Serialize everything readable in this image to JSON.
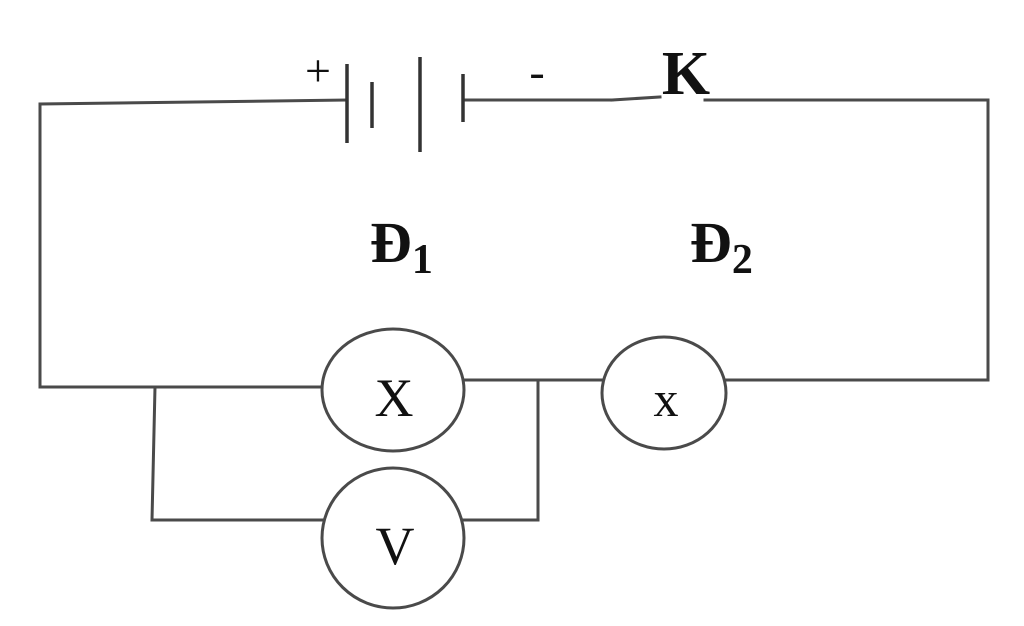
{
  "battery": {
    "positive_label": "+",
    "negative_label": "-"
  },
  "switch": {
    "label": "K"
  },
  "lamps": [
    {
      "label": "Đ",
      "subscript": "1",
      "symbol": "X"
    },
    {
      "label": "Đ",
      "subscript": "2",
      "symbol": "x"
    }
  ],
  "voltmeter": {
    "symbol": "V"
  }
}
